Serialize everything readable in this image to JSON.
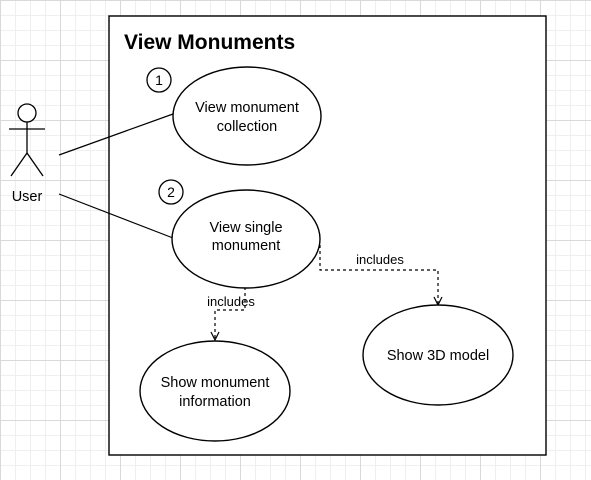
{
  "system": {
    "title": "View Monuments"
  },
  "actor": {
    "name": "User"
  },
  "use_cases": {
    "collection": {
      "number": "1",
      "line1": "View monument",
      "line2": "collection"
    },
    "single": {
      "number": "2",
      "line1": "View single",
      "line2": "monument"
    },
    "info": {
      "line1": "Show monument",
      "line2": "information"
    },
    "model": {
      "line1": "Show 3D model"
    }
  },
  "relationships": {
    "include_info": "includes",
    "include_model": "includes"
  },
  "colors": {
    "stroke": "#000000",
    "background": "#ffffff",
    "grid": "#d9d9d9"
  }
}
